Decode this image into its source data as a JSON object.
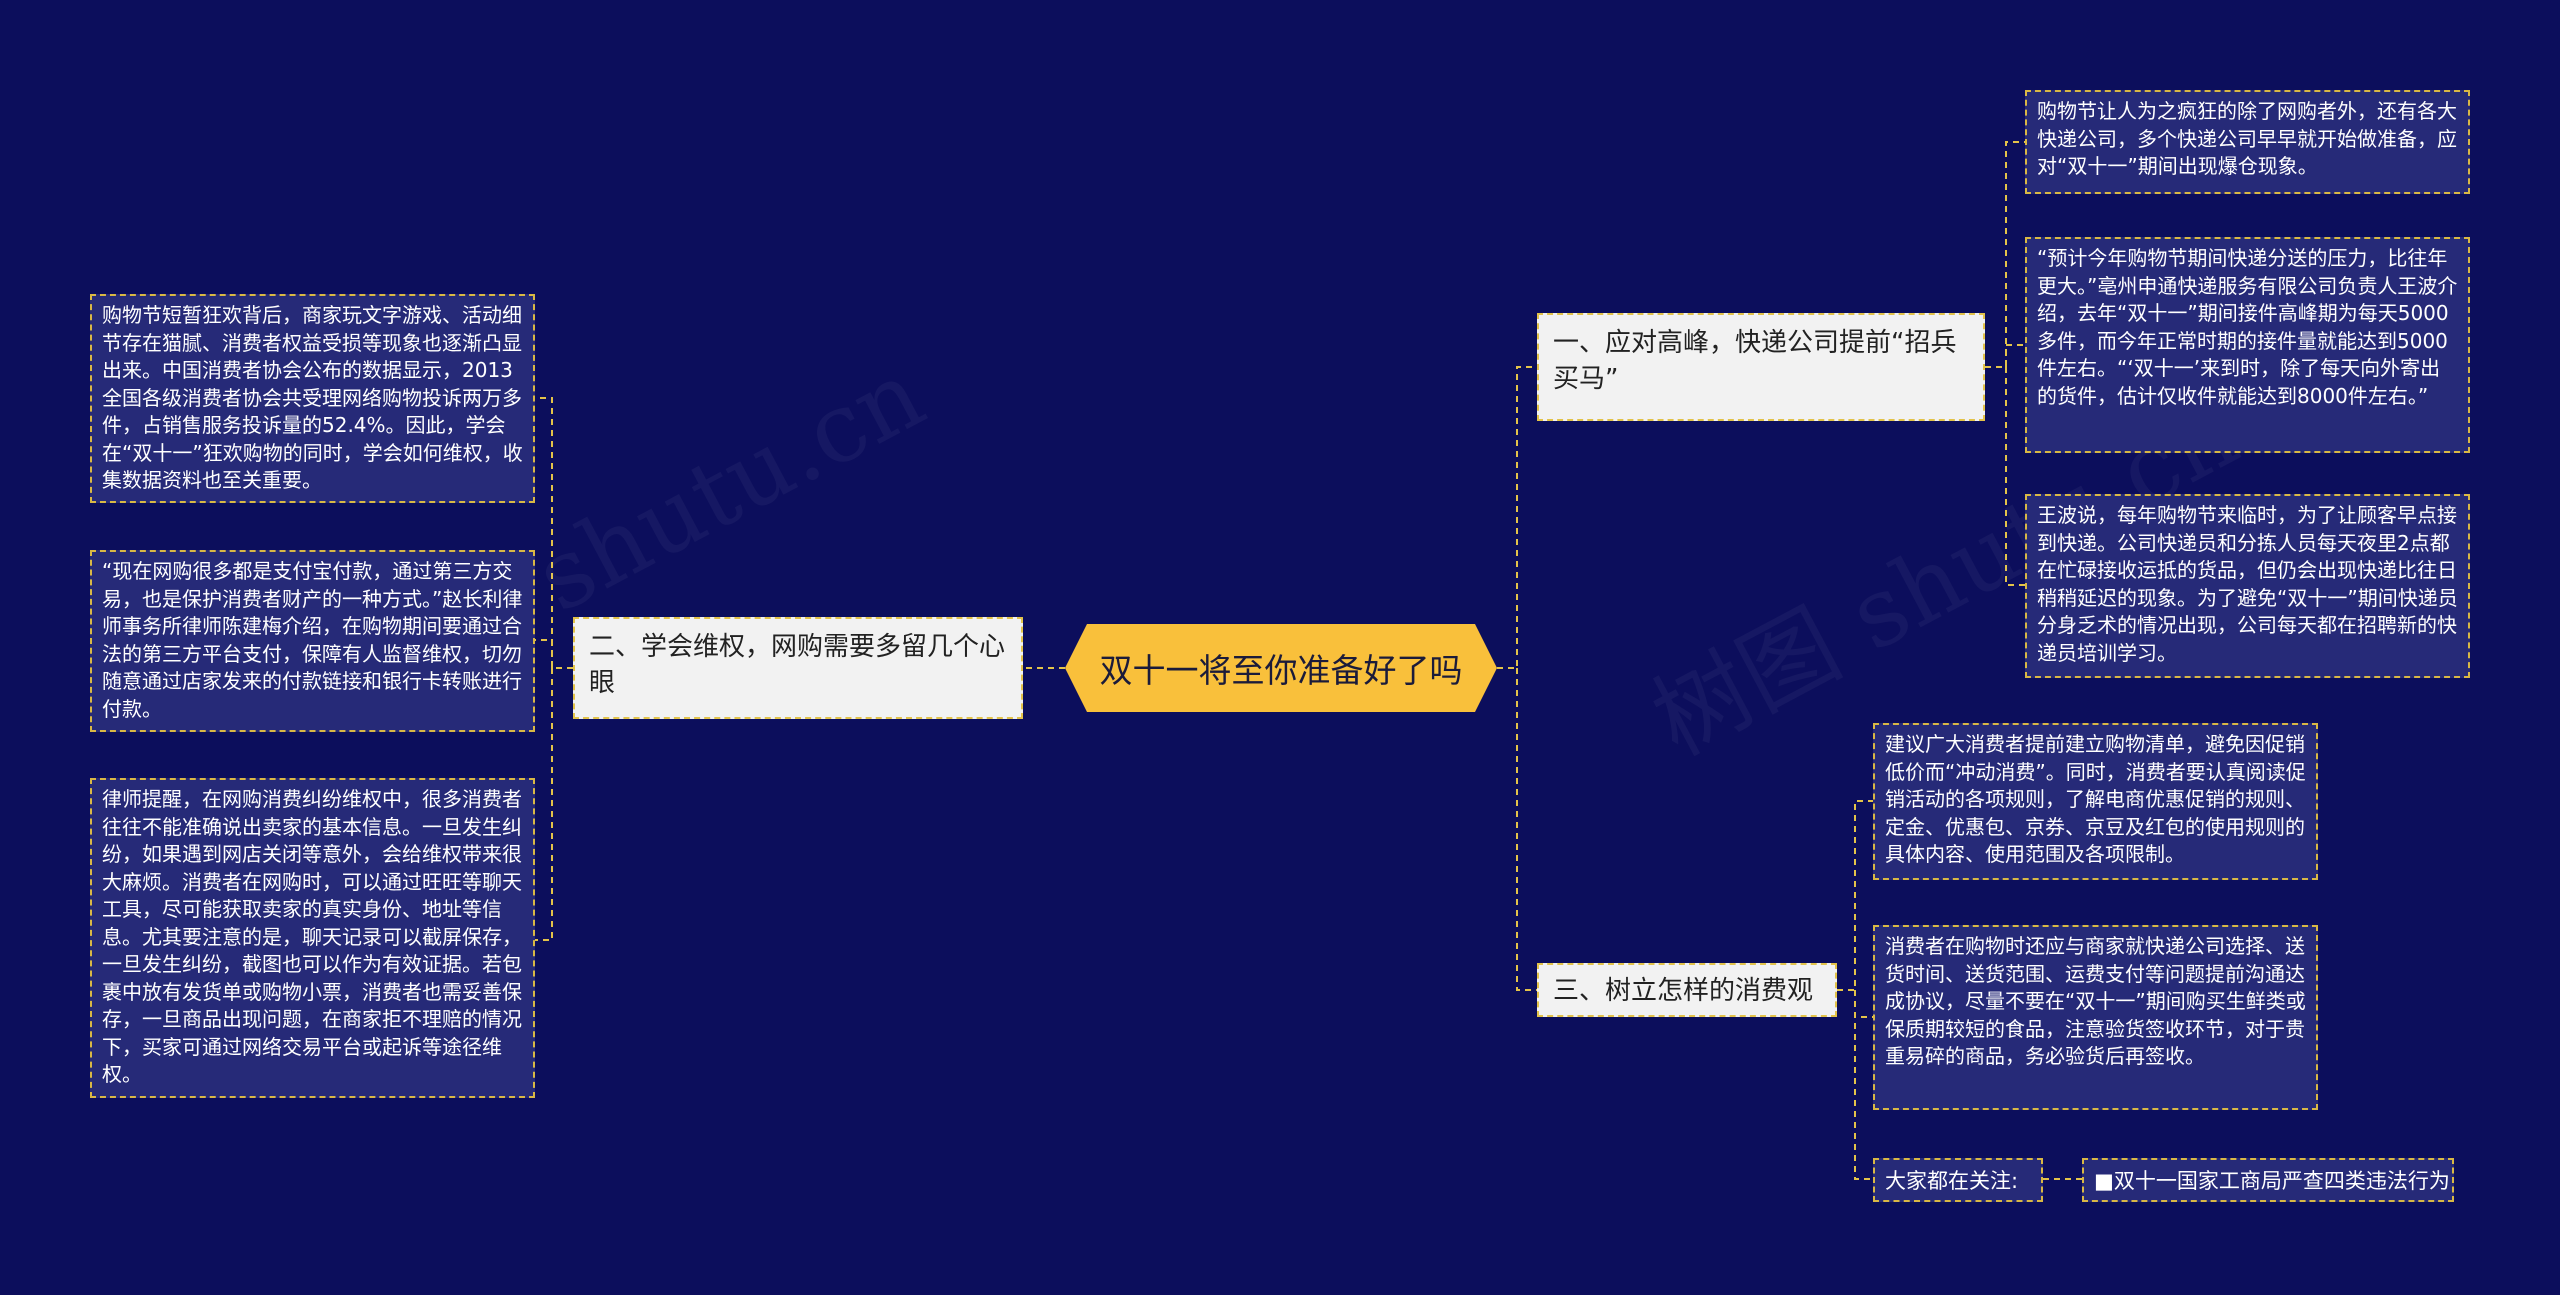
{
  "center": {
    "title": "双十一将至你准备好了吗"
  },
  "branches": {
    "b1": {
      "label": "一、应对高峰，快递公司提前“招兵买马”",
      "leaves": [
        "购物节让人为之疯狂的除了网购者外，还有各大快递公司，多个快递公司早早就开始做准备，应对“双十一”期间出现爆仓现象。",
        "“预计今年购物节期间快递分送的压力，比往年更大。”亳州申通快递服务有限公司负责人王波介绍，去年“双十一”期间接件高峰期为每天5000多件，而今年正常时期的接件量就能达到5000件左右。“‘双十一’来到时，除了每天向外寄出的货件，估计仅收件就能达到8000件左右。”",
        "王波说，每年购物节来临时，为了让顾客早点接到快递。公司快递员和分拣人员每天夜里2点都在忙碌接收运抵的货品，但仍会出现快递比往日稍稍延迟的现象。为了避免“双十一”期间快递员分身乏术的情况出现，公司每天都在招聘新的快递员培训学习。"
      ]
    },
    "b2": {
      "label": "二、学会维权，网购需要多留几个心眼",
      "leaves": [
        "购物节短暂狂欢背后，商家玩文字游戏、活动细节存在猫腻、消费者权益受损等现象也逐渐凸显出来。中国消费者协会公布的数据显示，2013全国各级消费者协会共受理网络购物投诉两万多件，占销售服务投诉量的52.4%。因此，学会在“双十一”狂欢购物的同时，学会如何维权，收集数据资料也至关重要。",
        "“现在网购很多都是支付宝付款，通过第三方交易，也是保护消费者财产的一种方式。”赵长利律师事务所律师陈建梅介绍，在购物期间要通过合法的第三方平台支付，保障有人监督维权，切勿随意通过店家发来的付款链接和银行卡转账进行付款。",
        "律师提醒，在网购消费纠纷维权中，很多消费者往往不能准确说出卖家的基本信息。一旦发生纠纷，如果遇到网店关闭等意外，会给维权带来很大麻烦。消费者在网购时，可以通过旺旺等聊天工具，尽可能获取卖家的真实身份、地址等信息。尤其要注意的是，聊天记录可以截屏保存，一旦发生纠纷，截图也可以作为有效证据。若包裹中放有发货单或购物小票，消费者也需妥善保存，一旦商品出现问题，在商家拒不理赔的情况下，买家可通过网络交易平台或起诉等途径维权。"
      ]
    },
    "b3": {
      "label": "三、树立怎样的消费观",
      "leaves": [
        "建议广大消费者提前建立购物清单，避免因促销低价而“冲动消费”。同时，消费者要认真阅读促销活动的各项规则，了解电商优惠促销的规则、定金、优惠包、京券、京豆及红包的使用规则的具体内容、使用范围及各项限制。",
        "消费者在购物时还应与商家就快递公司选择、送货时间、送货范围、运费支付等问题提前沟通达成协议，尽量不要在“双十一”期间购买生鲜类或保质期较短的食品，注意验货签收环节，对于贵重易碎的商品，务必验货后再签收。"
      ],
      "attention_label": "大家都在关注:",
      "attention_link": "■双十一国家工商局严查四类违法行为"
    }
  },
  "watermarks": [
    "shutu.cn",
    "树图 shutu.cn"
  ],
  "colors": {
    "background": "#0c0e5c",
    "center": "#f9c03b",
    "connector": "#e3c34a",
    "leaf_fill": "#262a78"
  }
}
